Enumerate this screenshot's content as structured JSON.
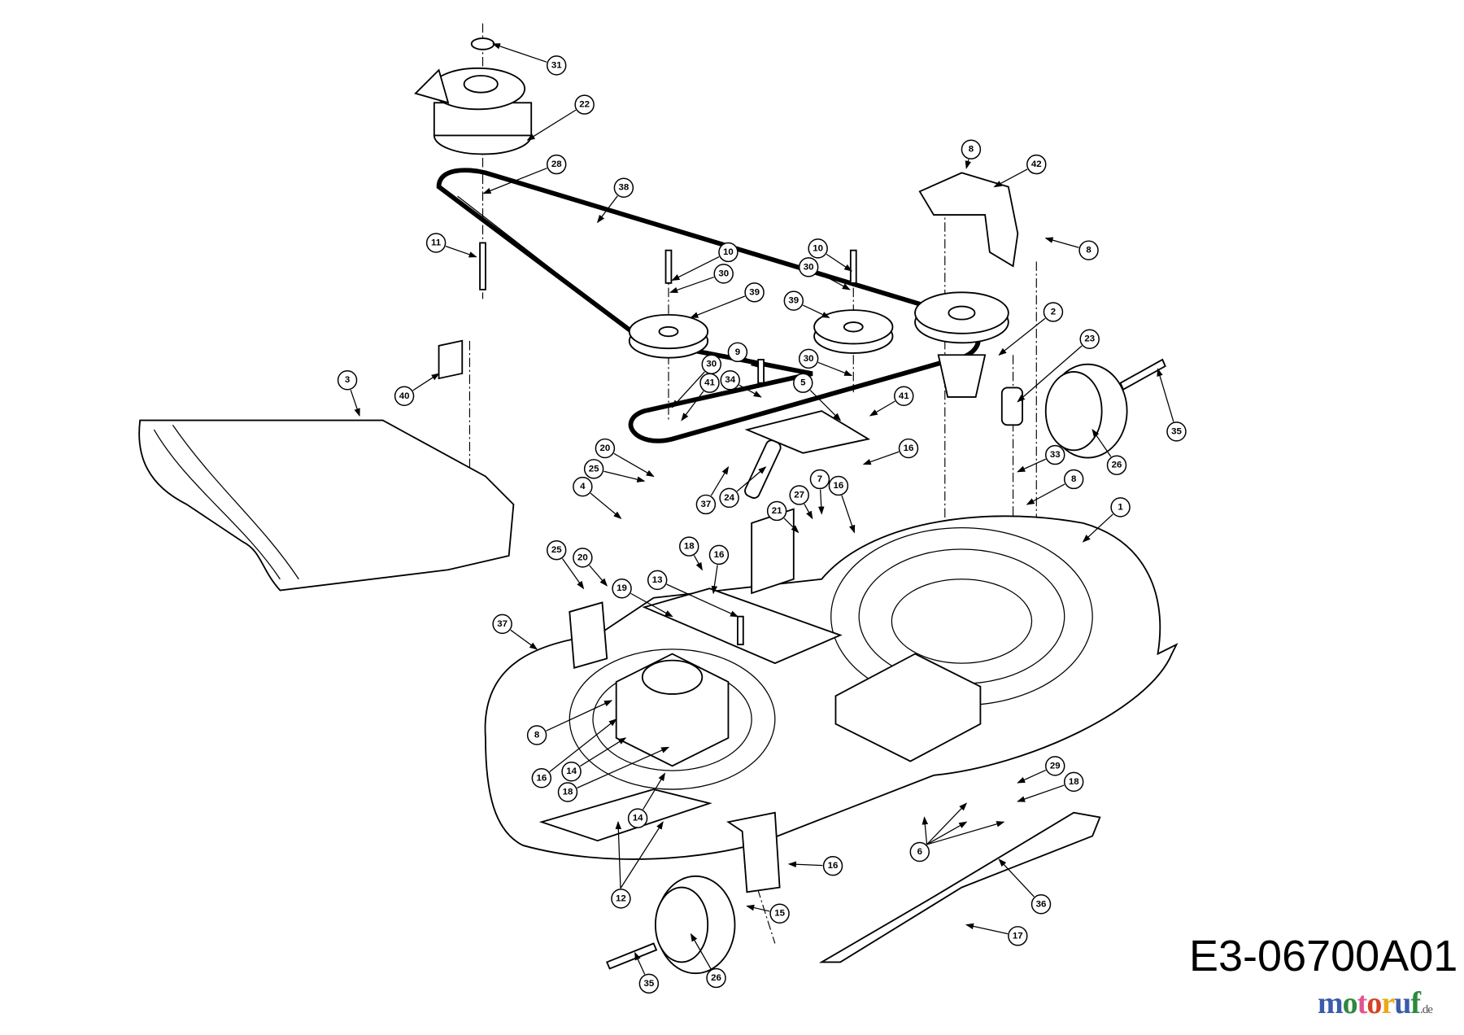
{
  "diagram": {
    "drawing_id": "E3-06700A01",
    "watermark": {
      "brand": "motoruf",
      "suffix": ".de",
      "colors": [
        "#3b5bab",
        "#2c8a3c",
        "#e05590",
        "#d64226",
        "#e9a91b"
      ]
    },
    "callouts": [
      "31",
      "22",
      "28",
      "38",
      "11",
      "10",
      "30",
      "39",
      "10",
      "30",
      "39",
      "30",
      "30",
      "9",
      "34",
      "41",
      "5",
      "41",
      "2",
      "23",
      "35",
      "26",
      "8",
      "42",
      "8",
      "33",
      "8",
      "1",
      "16",
      "16",
      "7",
      "27",
      "21",
      "24",
      "37",
      "20",
      "25",
      "4",
      "18",
      "16",
      "13",
      "19",
      "20",
      "25",
      "37",
      "8",
      "16",
      "14",
      "18",
      "14",
      "12",
      "29",
      "18",
      "6",
      "16",
      "36",
      "15",
      "17",
      "26",
      "35",
      "3",
      "40"
    ]
  }
}
